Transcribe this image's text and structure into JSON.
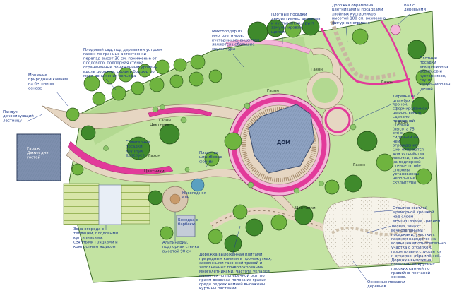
{
  "labels": {
    "fruit_garden": [
      "Плодовый сад, под деревьями устроен",
      "газон; по границе автостоянки",
      "перепад высот 30 см, понижение от",
      "плодового, подпорная стенка",
      "ограниченные пониженный уровень",
      "вдоль дорожки, сходя в бордюр по",
      "мере понижения рельефа"
    ],
    "stepping_path": [
      "Дорожка обрамлена",
      "цветниками и посадками",
      "хвойных кустарников",
      "высотой 180 см, возможна",
      "фигурная стрижка"
    ],
    "tall_plantings": [
      "Плотные посадки",
      "декоративных деревьев",
      "и кустарников, грунт",
      "замульчирован",
      "щепой"
    ],
    "mixborder": [
      "Миксбордер из",
      "многолетников,",
      "кустарников; акцентом",
      "являются небольшие",
      "скульптуры"
    ],
    "conifer_rampart": [
      "Вал с",
      "деревьями"
    ],
    "right_plantings": [
      "Плотные",
      "посадки",
      "декоративных",
      "деревьев и",
      "кустарников,",
      "грунт",
      "замульчирован",
      "щепой"
    ],
    "stone_pavement": [
      "Мощение",
      "природным камнем",
      "на бетонном",
      "основе"
    ],
    "ramp": [
      "Пандус,",
      "декорирующий",
      "лестницу"
    ],
    "garage": [
      "Гараж",
      "Домик для",
      "гостей"
    ],
    "solitary_trees": [
      "Солитерные",
      "посадки",
      "крупных",
      "деревьев"
    ],
    "standard_forms": [
      "Плакучие",
      "штамбовые",
      "формы"
    ],
    "new_year_tree": [
      "Новогодняя",
      "ель"
    ],
    "gazebo": [
      "Беседка с",
      "барбекю"
    ],
    "specimen_trees": [
      "Деревья на",
      "штамбах с",
      "кроной,",
      "сформированной",
      "шаром, вокруг",
      "сделано",
      "подпорной",
      "стенкой",
      "(высота 75",
      "см) с",
      "сиденьем на",
      "ней",
      "ограждение.",
      "Они опираются",
      "для устройства",
      "лавочки, также",
      "на подпорной",
      "стенке по обе",
      "стороны",
      "установлены",
      "небольшие",
      "скульптуры"
    ],
    "veg_garden": [
      "Зона огорода с",
      "теплицей, плодовыми",
      "кустарниками,",
      "сеянными грядками и",
      "компостным ящиком"
    ],
    "alpine_slide": [
      "Альпинарий,",
      "подпорная стенка",
      "высотой 90 см"
    ],
    "garden_path": [
      "Дорожка выложенная плитами",
      "природным камнем в промежутках,",
      "засеянными газонной травой и",
      "заполненных почвопокровными",
      "многолетниками. Частота укладки",
      "меняется по поперечной оси, по",
      "краям дорожка полоса из гравия",
      "среди редких камней высажены",
      "куртины растений"
    ],
    "marble_chips": [
      "Отсыпка светлой",
      "мраморной крошкой",
      "над слоем",
      "декоративным гравием"
    ],
    "forest_zone": [
      "Лесная зона с",
      "вечнозелёными",
      "посадками, участки с",
      "газоном находятся на",
      "возвышении относительно",
      "участка с отсыпкой,",
      "газон плавно спускается",
      "к отсыпке, обрамлён её.",
      "Дорожка выложена",
      "помостом из крупных",
      "плоских камней по",
      "гравийно-песчаной",
      "основе."
    ],
    "perimeter": [
      "Основные посадки",
      "деревьев"
    ],
    "house": "ДОМ"
  },
  "zone_words": {
    "lawn": "Газон",
    "flowers": "Цветники"
  },
  "colors": {
    "lawn": "#c3e3a2",
    "lawn_dark": "#a9d487",
    "path": "#e6d6c2",
    "pink_bed": "#e23a9a",
    "tree": "#6fb43f",
    "house": "#8ea2c2",
    "label_text": "#1f3a8a"
  }
}
